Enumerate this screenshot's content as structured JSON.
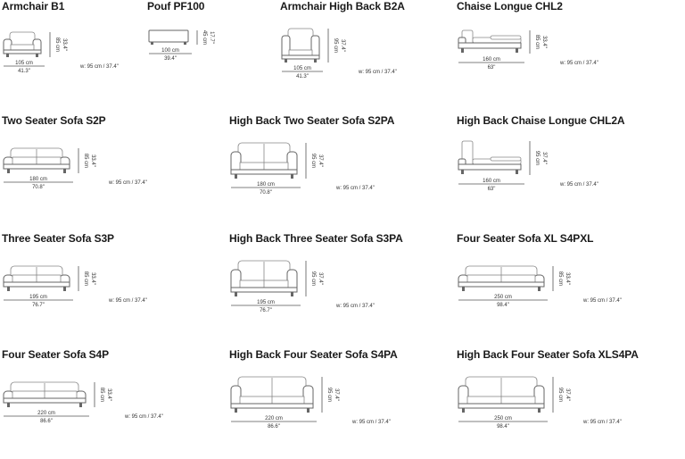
{
  "items": [
    {
      "title": "Armchair B1",
      "kind": "armchair",
      "width_cm": "105 cm",
      "width_in": "41.3\"",
      "height_cm": "85 cm",
      "height_in": "33.4\"",
      "depth": "w: 95 cm / 37.4\""
    },
    {
      "title": "Pouf  PF100",
      "kind": "pouf",
      "width_cm": "100 cm",
      "width_in": "39.4\"",
      "height_cm": "45 cm",
      "height_in": "17.7\"",
      "depth": ""
    },
    {
      "title": "Armchair High Back B2A",
      "kind": "armchair-high",
      "width_cm": "105 cm",
      "width_in": "41.3\"",
      "height_cm": "95 cm",
      "height_in": "37.4\"",
      "depth": "w: 95 cm / 37.4\""
    },
    {
      "title": "Chaise Longue CHL2",
      "kind": "chaise",
      "width_cm": "160 cm",
      "width_in": "63\"",
      "height_cm": "85 cm",
      "height_in": "33.4\"",
      "depth": "w: 95 cm / 37.4\""
    },
    {
      "title": "Two Seater Sofa S2P",
      "kind": "sofa2",
      "width_cm": "180 cm",
      "width_in": "70.8\"",
      "height_cm": "85 cm",
      "height_in": "33.4\"",
      "depth": "w: 95 cm / 37.4\""
    },
    {
      "title": "High Back Two Seater Sofa S2PA",
      "kind": "sofa2-high",
      "width_cm": "180 cm",
      "width_in": "70.8\"",
      "height_cm": "95 cm",
      "height_in": "37.4\"",
      "depth": "w: 95 cm / 37.4\""
    },
    {
      "title": "High Back Chaise Longue CHL2A",
      "kind": "chaise-high",
      "width_cm": "160 cm",
      "width_in": "63\"",
      "height_cm": "95 cm",
      "height_in": "37.4\"",
      "depth": "w: 95 cm / 37.4\""
    },
    {
      "title": "Three Seater Sofa S3P",
      "kind": "sofa3",
      "width_cm": "195 cm",
      "width_in": "76.7\"",
      "height_cm": "85 cm",
      "height_in": "33.4\"",
      "depth": "w: 95 cm / 37.4\""
    },
    {
      "title": "High Back Three Seater Sofa S3PA",
      "kind": "sofa3-high",
      "width_cm": "195 cm",
      "width_in": "76.7\"",
      "height_cm": "95 cm",
      "height_in": "37.4\"",
      "depth": "w: 95 cm / 37.4\""
    },
    {
      "title": "Four Seater Sofa XL S4PXL",
      "kind": "sofa4xl",
      "width_cm": "250 cm",
      "width_in": "98.4\"",
      "height_cm": "85 cm",
      "height_in": "33.4\"",
      "depth": "w: 95 cm / 37.4\""
    },
    {
      "title": "Four Seater Sofa S4P",
      "kind": "sofa4",
      "width_cm": "220 cm",
      "width_in": "86.6\"",
      "height_cm": "85 cm",
      "height_in": "33.4\"",
      "depth": "w: 95 cm / 37.4\""
    },
    {
      "title": "High Back Four Seater Sofa S4PA",
      "kind": "sofa4-high",
      "width_cm": "220 cm",
      "width_in": "86.6\"",
      "height_cm": "95 cm",
      "height_in": "37.4\"",
      "depth": "w: 95 cm / 37.4\""
    },
    {
      "title": "High Back Four Seater Sofa XLS4PA",
      "kind": "sofa4xl-high",
      "width_cm": "250 cm",
      "width_in": "98.4\"",
      "height_cm": "95 cm",
      "height_in": "37.4\"",
      "depth": "w: 95 cm / 37.4\""
    }
  ]
}
